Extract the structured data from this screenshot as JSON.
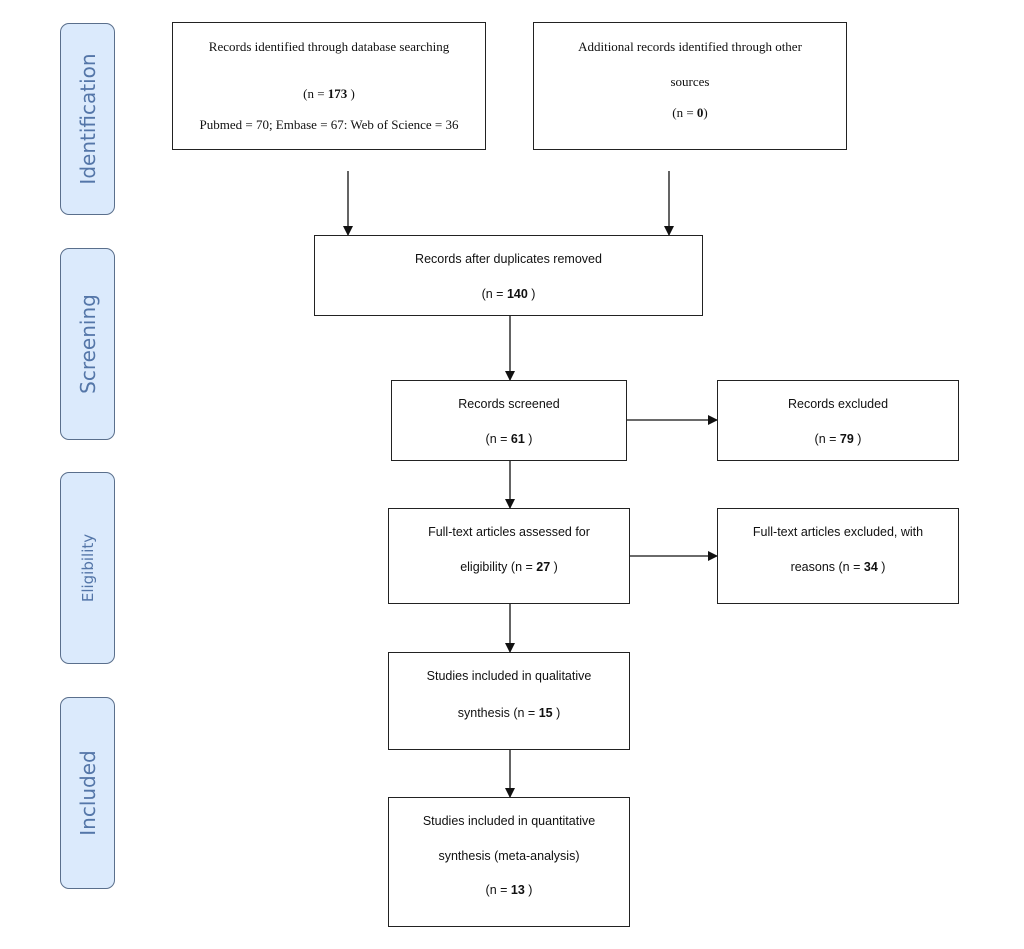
{
  "phases": {
    "identification": "Identification",
    "screening": "Screening",
    "eligibility": "Eligibility",
    "included": "Included"
  },
  "boxes": {
    "database": {
      "title": "Records identified through database searching",
      "n_prefix": "(n = ",
      "n": "173",
      "n_suffix": " )",
      "sources": "Pubmed = 70; Embase = 67: Web of Science = 36"
    },
    "other": {
      "title_line1": "Additional records identified through other",
      "title_line2": "sources",
      "n_prefix": "(n = ",
      "n": "0",
      "n_suffix": ")"
    },
    "duplicates": {
      "title": "Records after duplicates removed",
      "n_prefix": "(n = ",
      "n": "140",
      "n_suffix": " )"
    },
    "screened": {
      "title": "Records screened",
      "n_prefix": "(n = ",
      "n": "61",
      "n_suffix": " )"
    },
    "excluded": {
      "title": "Records excluded",
      "n_prefix": "(n = ",
      "n": "79",
      "n_suffix": " )"
    },
    "fulltext": {
      "title_line1": "Full-text articles assessed for",
      "title_line2_prefix": "eligibility (n = ",
      "n": "27",
      "n_suffix": " )"
    },
    "fulltext_excluded": {
      "title_line1": "Full-text articles excluded, with",
      "title_line2_prefix": "reasons (n = ",
      "n": "34",
      "n_suffix": " )"
    },
    "qualitative": {
      "title_line1": "Studies included in qualitative",
      "title_line2_prefix": "synthesis (n = ",
      "n": "15",
      "n_suffix": " )"
    },
    "quantitative": {
      "title_line1": "Studies included in quantitative",
      "title_line2": "synthesis (meta-analysis)",
      "n_prefix": "(n = ",
      "n": "13",
      "n_suffix": " )"
    }
  }
}
